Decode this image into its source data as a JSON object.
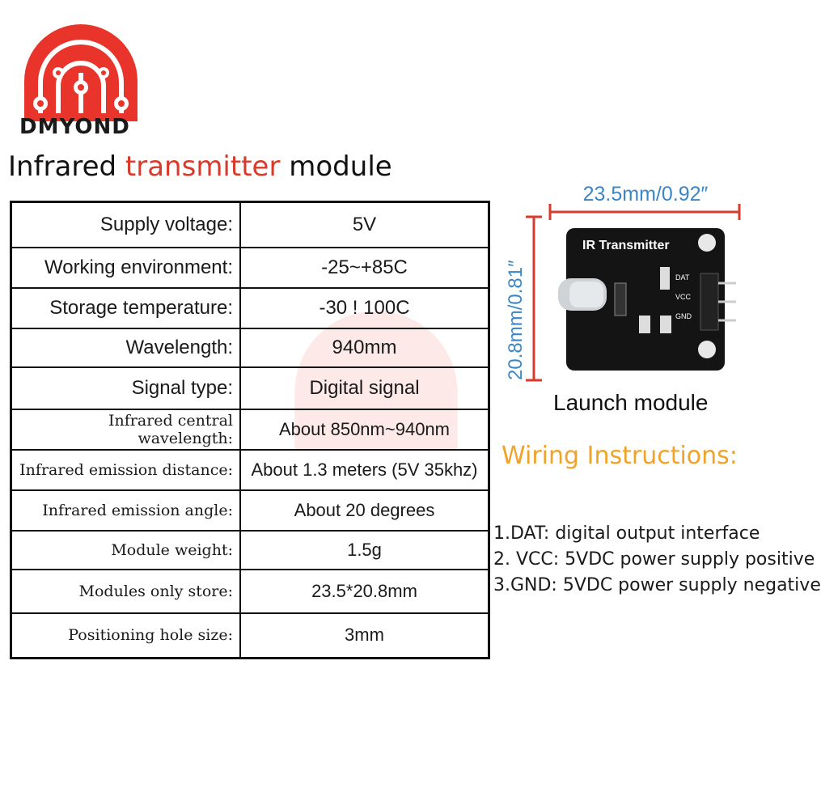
{
  "brand": {
    "name": "DMYOND",
    "logo_color": "#e8342a"
  },
  "title": {
    "part1": "Infrared ",
    "part2": "transmitter",
    "part3": " module",
    "accent_color": "#d83a2b"
  },
  "specs": [
    {
      "label": "Supply voltage:",
      "value": "5V",
      "size": "l"
    },
    {
      "label": "Working environment:",
      "value": "-25~+85C",
      "size": "l"
    },
    {
      "label": "Storage temperature:",
      "value": "-30 ! 100C",
      "size": "l"
    },
    {
      "label": "Wavelength:",
      "value": "940mm",
      "size": "l"
    },
    {
      "label": "Signal type:",
      "value": "Digital signal",
      "size": "l"
    },
    {
      "label": "Infrared central wavelength:",
      "value": "About 850nm~940nm",
      "size": "s"
    },
    {
      "label": "Infrared emission distance:",
      "value": "About 1.3 meters (5V 35khz)",
      "size": "s"
    },
    {
      "label": "Infrared emission angle:",
      "value": "About 20 degrees",
      "size": "s"
    },
    {
      "label": "Module weight:",
      "value": "1.5g",
      "size": "s"
    },
    {
      "label": "Modules only store:",
      "value": "23.5*20.8mm",
      "size": "s"
    },
    {
      "label": "Positioning hole size:",
      "value": "3mm",
      "size": "s"
    }
  ],
  "module": {
    "width_dimension": "23.5mm/0.92″",
    "height_dimension": "20.8mm/0.81″",
    "board_label": "IR Transmitter",
    "pins": [
      "DAT",
      "VCC",
      "GND"
    ],
    "caption": "Launch module",
    "dimension_color": "#3b86c6"
  },
  "wiring": {
    "title": "Wiring Instructions:",
    "title_color": "#f0a32a",
    "items": [
      "1.DAT: digital output interface",
      "2. VCC: 5VDC power supply positive",
      "3.GND: 5VDC power supply negative"
    ]
  }
}
